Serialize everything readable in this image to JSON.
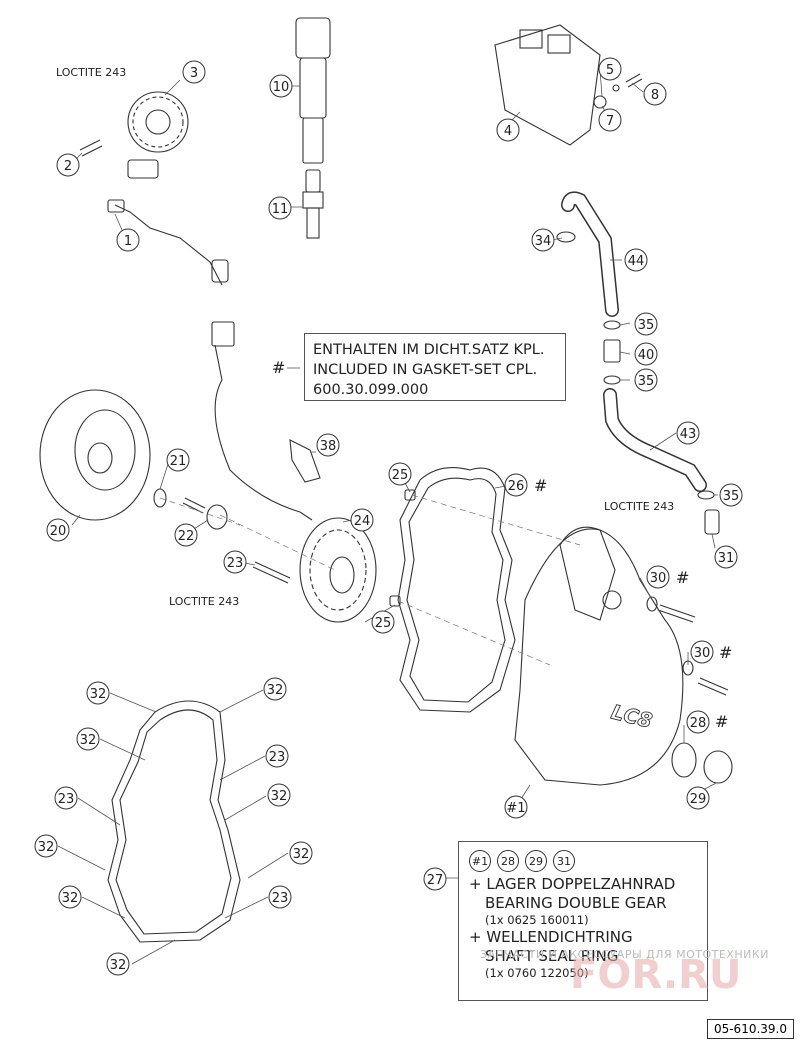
{
  "callouts": [
    "1",
    "2",
    "3",
    "4",
    "5",
    "7",
    "8",
    "10",
    "11",
    "20",
    "21",
    "22",
    "23",
    "24",
    "25",
    "26",
    "28",
    "29",
    "30",
    "31",
    "32",
    "34",
    "35",
    "38",
    "40",
    "43",
    "44",
    "#1",
    "27"
  ],
  "loctite_label": "LOCTITE 243",
  "hash_symbol": "#",
  "gasket_note": {
    "line1": "ENTHALTEN IM DICHT.SATZ KPL.",
    "line2": "INCLUDED IN GASKET-SET CPL.",
    "line3": "600.30.099.000"
  },
  "kit_note": {
    "refs": [
      "#1",
      "28",
      "29",
      "31"
    ],
    "item1_de": "+ LAGER DOPPELZAHNRAD",
    "item1_en": "BEARING DOUBLE GEAR",
    "item1_qty": "(1x 0625 160011)",
    "item2_de": "+ WELLENDICHTRING",
    "item2_en": "SHAFT SEAL RING",
    "item2_qty": "(1x 0760 122050)"
  },
  "cover_logo": "LC8",
  "doc_number": "05-610.39.0",
  "watermark_text": "ЗАПЧАСТИ И АКСЕССУАРЫ ДЛЯ МОТОТЕХНИКИ",
  "watermark_logo": "FOR.RU"
}
